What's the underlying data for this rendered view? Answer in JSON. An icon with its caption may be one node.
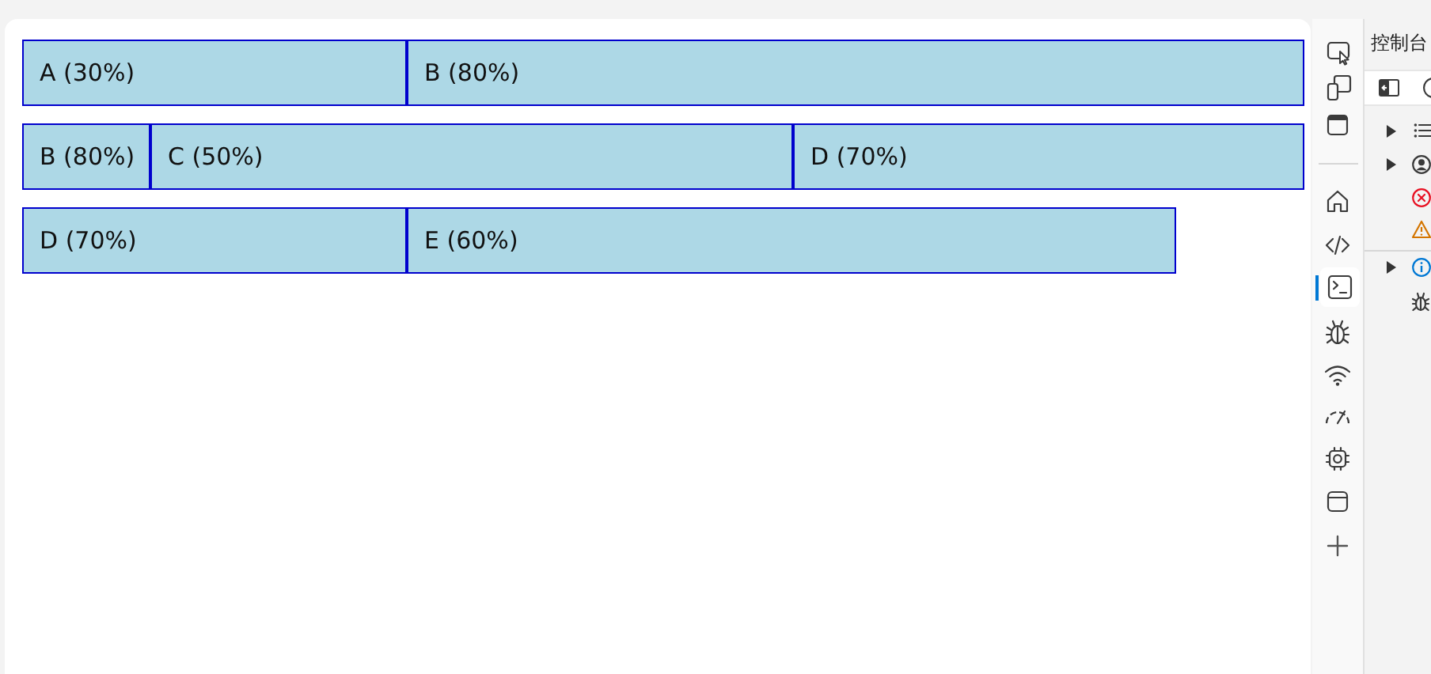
{
  "diagram": {
    "nodes": [
      {
        "text": [
          "A (30%)"
        ]
      },
      {
        "text": [
          "B (80%)"
        ]
      },
      {
        "text": [
          "B (80%)"
        ]
      },
      {
        "text": [
          "C (50%)"
        ]
      },
      {
        "text": [
          "D (70%)"
        ]
      },
      {
        "text": [
          "D (70%)"
        ]
      },
      {
        "text": [
          "E (60%)"
        ]
      }
    ],
    "labels": [
      "控制台"
    ]
  }
}
